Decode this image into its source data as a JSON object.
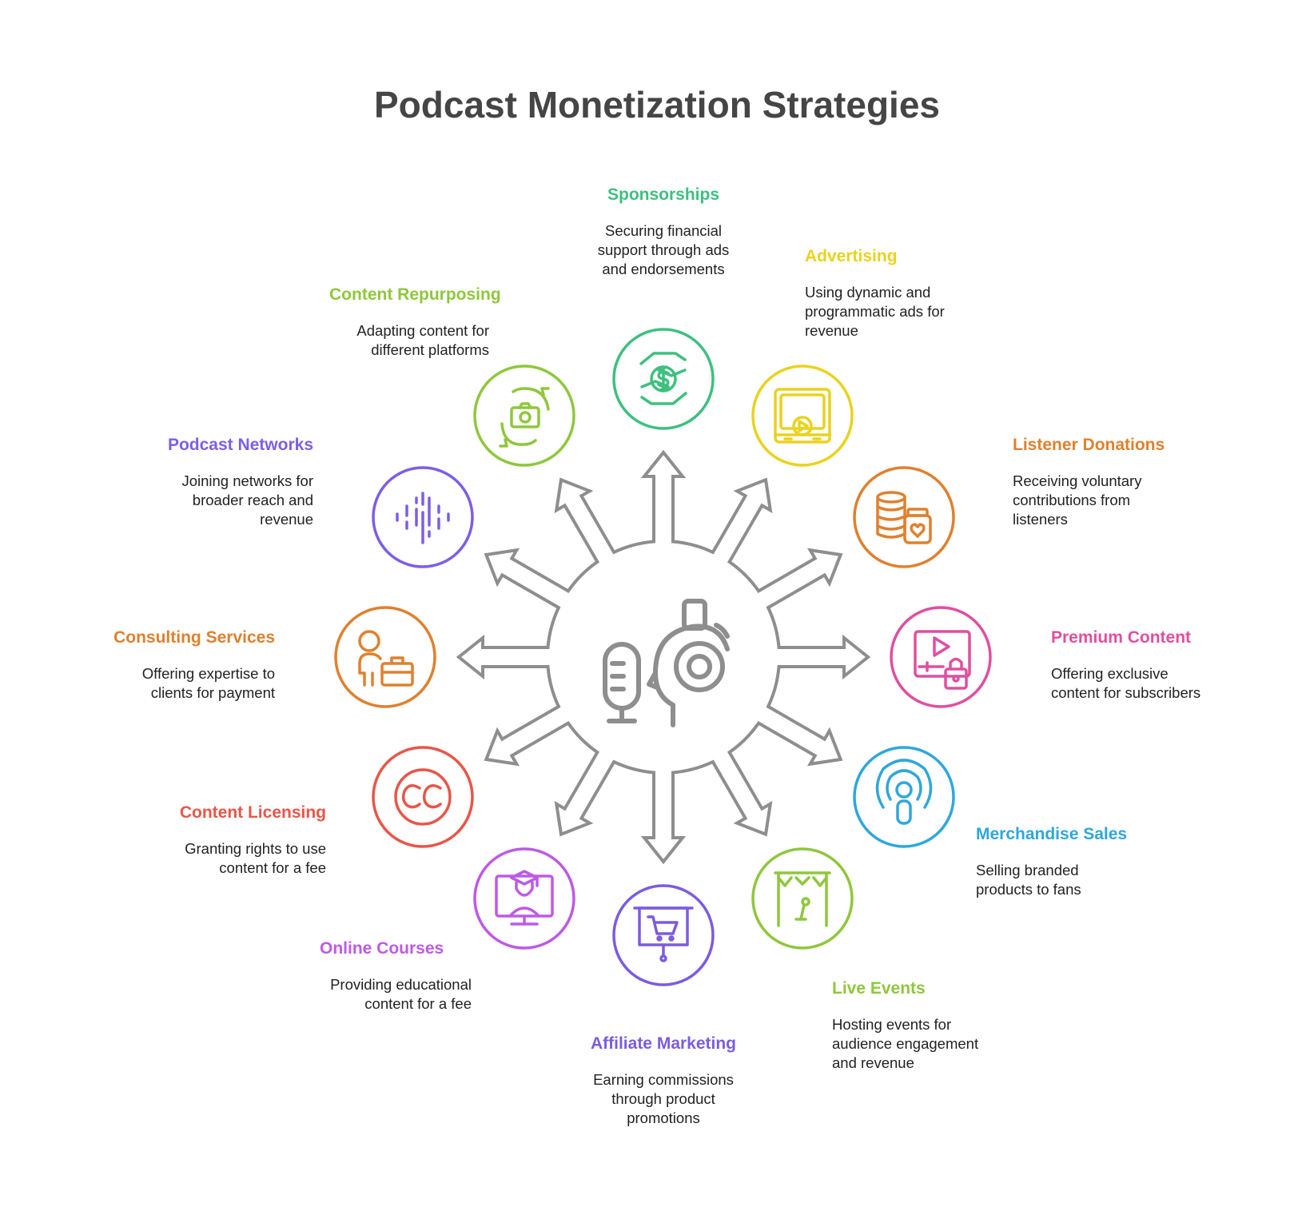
{
  "title": "Podcast Monetization Strategies",
  "colors": {
    "hub": "#8e8e8e",
    "sponsorships": "#3ec07f",
    "advertising": "#ead21e",
    "listener_donations": "#e0802e",
    "premium_content": "#e04f9f",
    "merchandise_sales": "#2fa7dc",
    "live_events": "#8fc73c",
    "affiliate_marketing": "#7b5ce0",
    "online_courses": "#bd5ae6",
    "content_licensing": "#e85648",
    "consulting_services": "#e0802e",
    "podcast_networks": "#7d5ee6",
    "content_repurposing": "#8fc73c"
  },
  "hub_icon": "podcast-host-icon",
  "strategies": [
    {
      "key": "sponsorships",
      "title": "Sponsorships",
      "desc": [
        "Securing financial",
        "support through ads",
        "and endorsements"
      ],
      "icon": "money-hand-icon"
    },
    {
      "key": "advertising",
      "title": "Advertising",
      "desc": [
        "Using dynamic and",
        "programmatic ads for",
        "revenue"
      ],
      "icon": "video-ad-icon"
    },
    {
      "key": "listener_donations",
      "title": "Listener Donations",
      "desc": [
        "Receiving voluntary",
        "contributions from",
        "listeners"
      ],
      "icon": "coins-jar-icon"
    },
    {
      "key": "premium_content",
      "title": "Premium Content",
      "desc": [
        "Offering exclusive",
        "content for subscribers"
      ],
      "icon": "locked-video-icon"
    },
    {
      "key": "merchandise_sales",
      "title": "Merchandise Sales",
      "desc": [
        "Selling branded",
        "products to fans"
      ],
      "icon": "podcast-icon"
    },
    {
      "key": "live_events",
      "title": "Live Events",
      "desc": [
        "Hosting events for",
        "audience engagement",
        "and revenue"
      ],
      "icon": "stage-icon"
    },
    {
      "key": "affiliate_marketing",
      "title": "Affiliate Marketing",
      "desc": [
        "Earning commissions",
        "through product",
        "promotions"
      ],
      "icon": "cart-board-icon"
    },
    {
      "key": "online_courses",
      "title": "Online Courses",
      "desc": [
        "Providing educational",
        "content for a fee"
      ],
      "icon": "graduate-monitor-icon"
    },
    {
      "key": "content_licensing",
      "title": "Content Licensing",
      "desc": [
        "Granting rights to use",
        "content for a fee"
      ],
      "icon": "cc-icon"
    },
    {
      "key": "consulting_services",
      "title": "Consulting Services",
      "desc": [
        "Offering expertise to",
        "clients for payment"
      ],
      "icon": "consultant-briefcase-icon"
    },
    {
      "key": "podcast_networks",
      "title": "Podcast Networks",
      "desc": [
        "Joining networks for",
        "broader reach and",
        "revenue"
      ],
      "icon": "audio-wave-icon"
    },
    {
      "key": "content_repurposing",
      "title": "Content Repurposing",
      "desc": [
        "Adapting content for",
        "different platforms"
      ],
      "icon": "camera-refresh-icon"
    }
  ]
}
